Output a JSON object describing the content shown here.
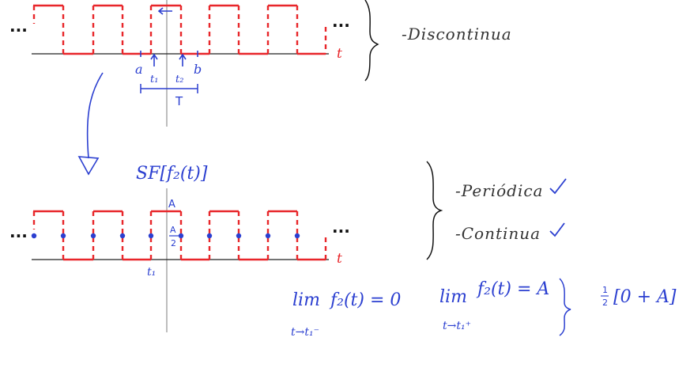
{
  "colors": {
    "background": "#ffffff",
    "ink_black": "#111111",
    "axis_gray": "#9a9a9a",
    "signal_red": "#e8262a",
    "note_blue": "#2b3fd0"
  },
  "top_signal": {
    "ellipsis_left": "...",
    "ellipsis_right": "...",
    "axis_label": "t",
    "label_a": "a",
    "label_t1": "t₁",
    "label_t2": "t₂",
    "label_b": "b",
    "label_period": "T",
    "note": "-Discontinua"
  },
  "transform": {
    "label": "SF[f₂(t)]"
  },
  "bottom_signal": {
    "ellipsis_left": "...",
    "ellipsis_right": "...",
    "axis_label": "t",
    "label_amplitude": "A",
    "label_half_num": "A",
    "label_half_den": "2",
    "label_t1": "t₁",
    "note_periodic": "-Periódica",
    "note_continuous": "-Continua"
  },
  "limits": {
    "left_lim": "lim",
    "left_expr": "f₂(t) = 0",
    "left_sub": "t→t₁⁻",
    "right_lim": "lim",
    "right_expr": "f₂(t) = A",
    "right_sub": "t→t₁⁺",
    "average_frac_num": "1",
    "average_frac_den": "2",
    "average_expr": "[0 + A]"
  }
}
